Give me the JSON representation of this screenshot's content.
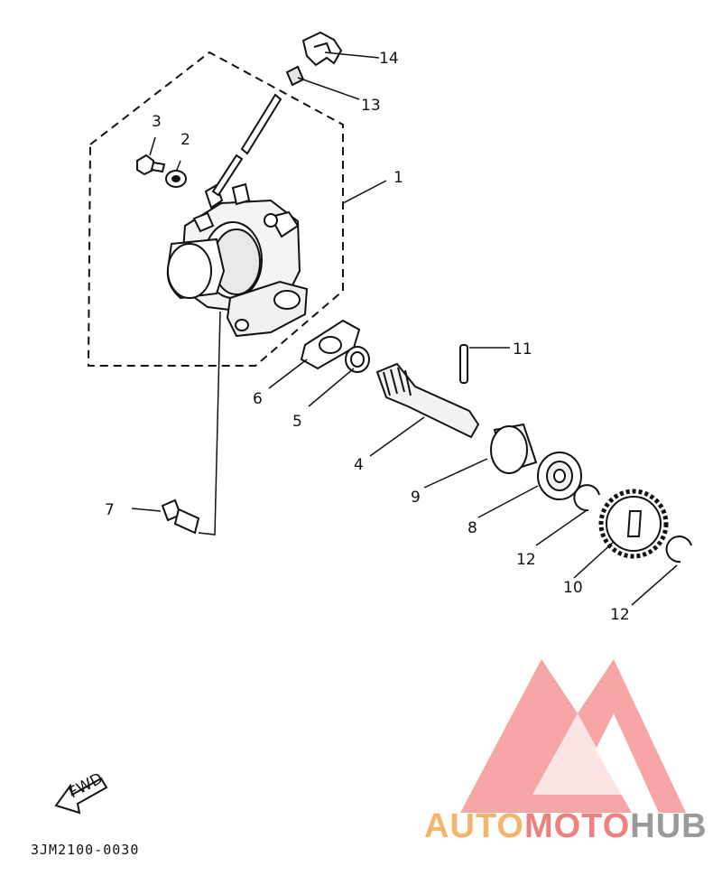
{
  "diagram": {
    "callouts": {
      "c1": "1",
      "c2": "2",
      "c3": "3",
      "c4": "4",
      "c5": "5",
      "c6": "6",
      "c7": "7",
      "c8": "8",
      "c9": "9",
      "c10": "10",
      "c11": "11",
      "c12a": "12",
      "c12b": "12",
      "c13": "13",
      "c14": "14"
    },
    "fwd_label": "FWD",
    "part_code": "3JM2100-0030"
  },
  "watermark": {
    "part1": "AUTO",
    "part2": "MOTO",
    "part3": "HUB",
    "colors": {
      "orange": "#F5B46A",
      "red": "#F08080",
      "gray": "#9A9A9A",
      "logo": "#F26B6B"
    }
  }
}
